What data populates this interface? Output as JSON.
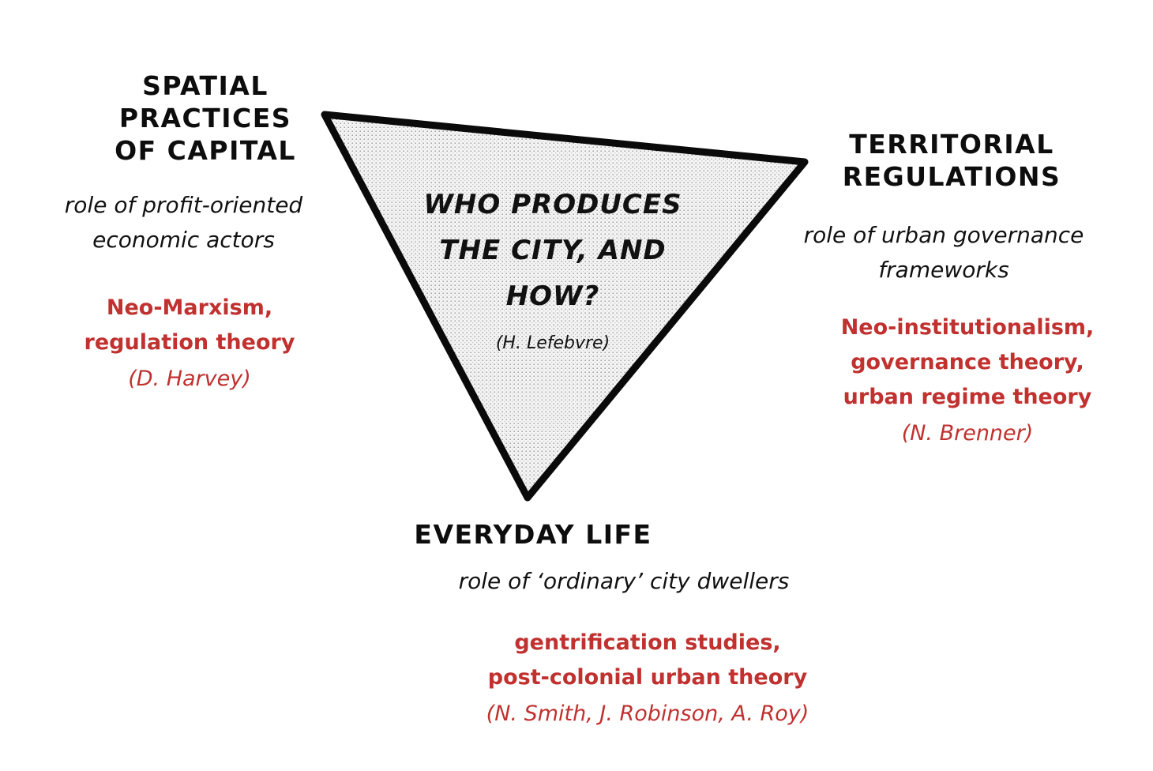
{
  "colors": {
    "accent": "#c0312f",
    "text": "#111111",
    "triangle_fill": "#e6e6e6",
    "triangle_stroke": "#0a0a0a"
  },
  "center": {
    "question": "WHO PRODUCES\nTHE CITY, AND\nHOW?",
    "source": "(H. Lefebvre)"
  },
  "left": {
    "heading": "SPATIAL\nPRACTICES\nOF CAPITAL",
    "role": "role of profit-oriented\neconomic actors",
    "theory": "Neo-Marxism,\nregulation theory",
    "author": "(D. Harvey)"
  },
  "right": {
    "heading": "TERRITORIAL\nREGULATIONS",
    "role": "role of urban governance\nframeworks",
    "theory": "Neo-institutionalism,\ngovernance theory,\nurban regime theory",
    "author": "(N. Brenner)"
  },
  "bottom": {
    "heading": "EVERYDAY LIFE",
    "role": "role of ‘ordinary’ city dwellers",
    "theory": "gentrification studies,\npost-colonial urban theory",
    "author": "(N. Smith, J. Robinson, A. Roy)"
  }
}
